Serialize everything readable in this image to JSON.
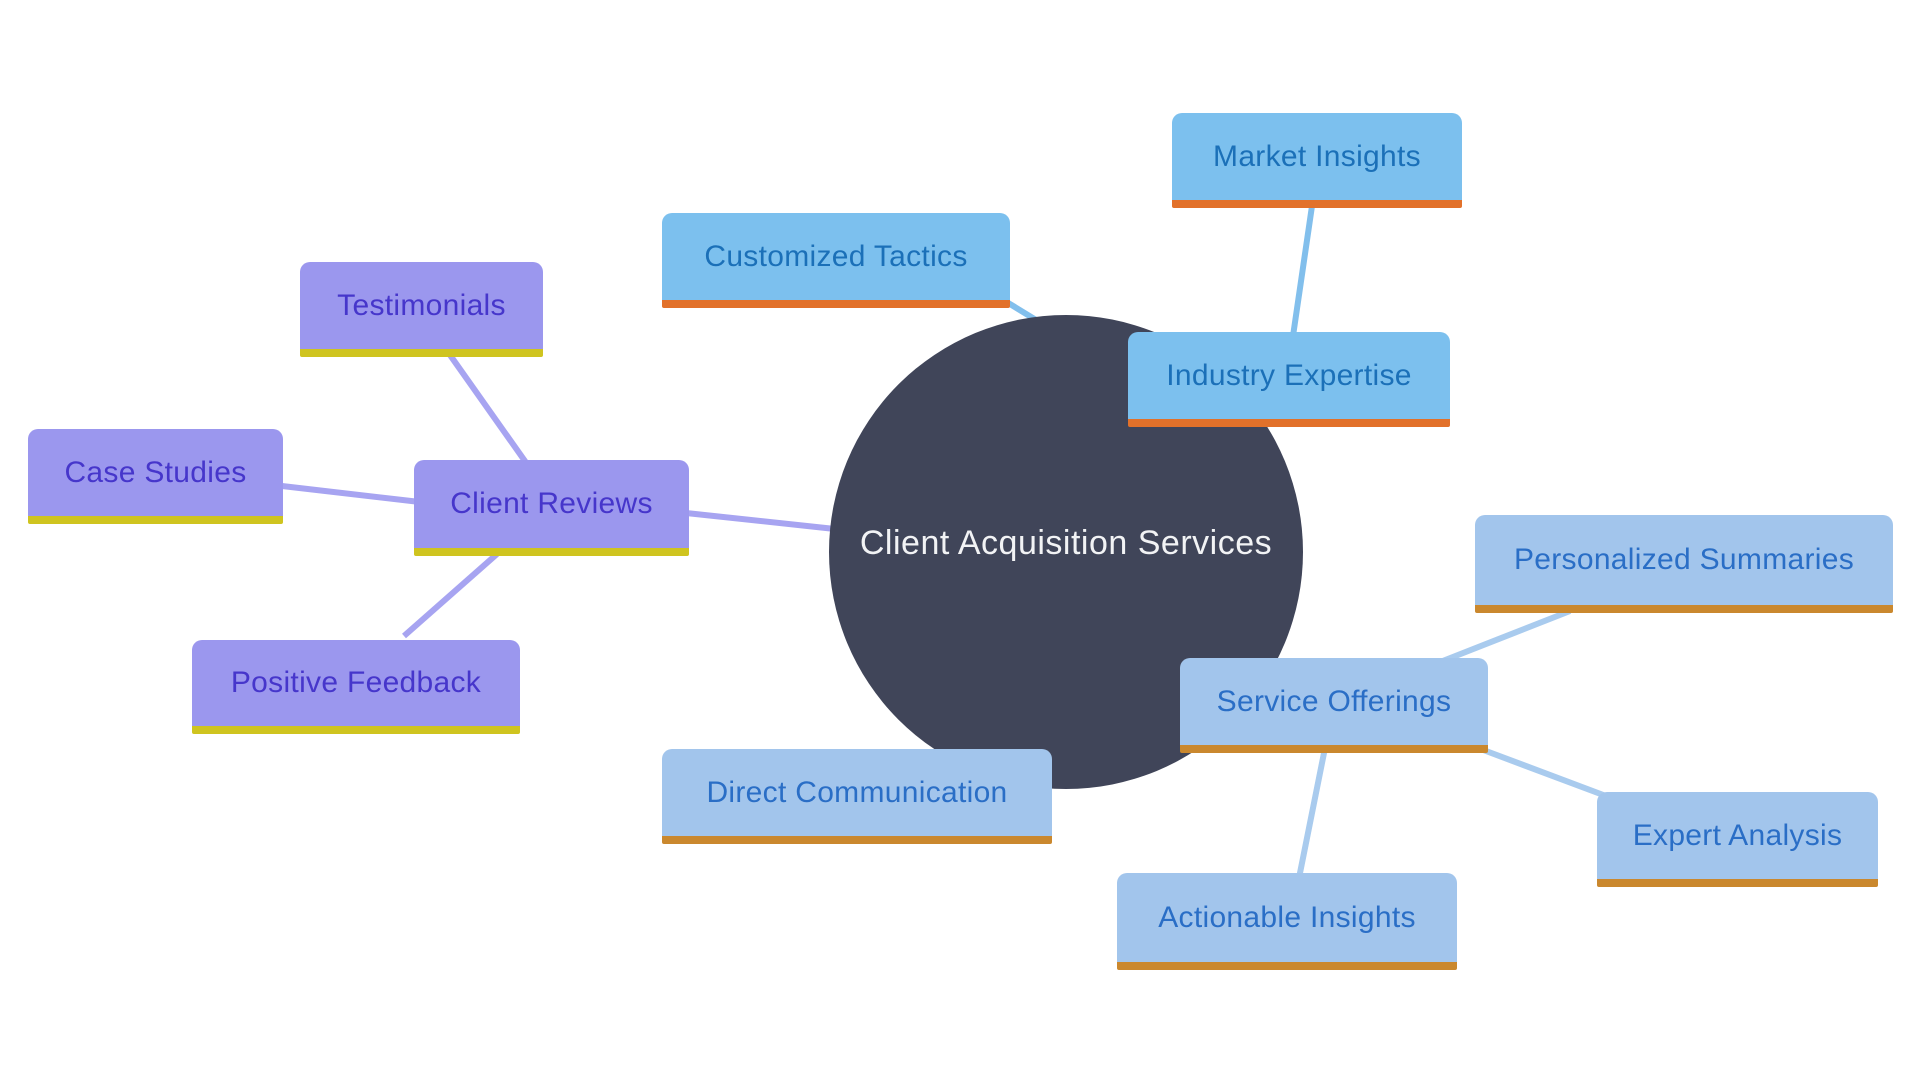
{
  "center": {
    "label": "Client Acquisition Services"
  },
  "nodes": {
    "testimonials": {
      "label": "Testimonials"
    },
    "case_studies": {
      "label": "Case Studies"
    },
    "client_reviews": {
      "label": "Client Reviews"
    },
    "positive_feedback": {
      "label": "Positive Feedback"
    },
    "customized_tactics": {
      "label": "Customized Tactics"
    },
    "market_insights": {
      "label": "Market Insights"
    },
    "industry_expertise": {
      "label": "Industry Expertise"
    },
    "direct_communication": {
      "label": "Direct Communication"
    },
    "service_offerings": {
      "label": "Service Offerings"
    },
    "personalized_summaries": {
      "label": "Personalized Summaries"
    },
    "expert_analysis": {
      "label": "Expert Analysis"
    },
    "actionable_insights": {
      "label": "Actionable Insights"
    }
  },
  "edges": [
    {
      "from": "client_reviews",
      "to": "center"
    },
    {
      "from": "testimonials",
      "to": "client_reviews"
    },
    {
      "from": "case_studies",
      "to": "client_reviews"
    },
    {
      "from": "positive_feedback",
      "to": "client_reviews"
    },
    {
      "from": "customized_tactics",
      "to": "center"
    },
    {
      "from": "market_insights",
      "to": "industry_expertise"
    },
    {
      "from": "industry_expertise",
      "to": "center"
    },
    {
      "from": "direct_communication",
      "to": "center"
    },
    {
      "from": "service_offerings",
      "to": "center"
    },
    {
      "from": "personalized_summaries",
      "to": "service_offerings"
    },
    {
      "from": "expert_analysis",
      "to": "service_offerings"
    },
    {
      "from": "actionable_insights",
      "to": "service_offerings"
    }
  ],
  "palette": {
    "center_fill": "#404559",
    "center_text": "#f2f3f5",
    "purple_fill": "#9b97ee",
    "purple_underline": "#cfc41f",
    "purple_text": "#4636cb",
    "purple_line": "#a7a4f1",
    "sky_fill": "#7cc0ee",
    "sky_underline": "#e2712a",
    "sky_text": "#1b70b8",
    "sky_line": "#82bfec",
    "light_fill": "#a2c5ec",
    "light_underline": "#ca882e",
    "light_text": "#2a6ec6",
    "light_line": "#a9cbee",
    "background": "#ffffff"
  }
}
